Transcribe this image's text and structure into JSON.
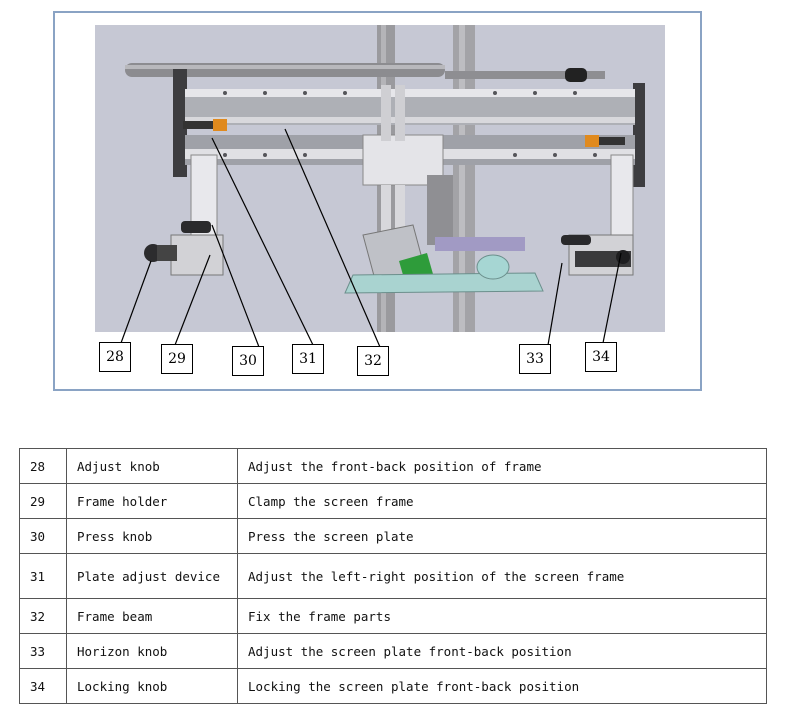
{
  "figure": {
    "callouts": [
      {
        "label": "28"
      },
      {
        "label": "29"
      },
      {
        "label": "30"
      },
      {
        "label": "31"
      },
      {
        "label": "32"
      },
      {
        "label": "33"
      },
      {
        "label": "34"
      }
    ]
  },
  "parts": [
    {
      "num": "28",
      "name": "Adjust knob",
      "description": "Adjust the front-back position of frame"
    },
    {
      "num": "29",
      "name": "Frame holder",
      "description": "Clamp the screen frame"
    },
    {
      "num": "30",
      "name": "Press knob",
      "description": "Press the screen plate"
    },
    {
      "num": "31",
      "name": "Plate adjust device",
      "description": "Adjust the left-right position of the screen frame"
    },
    {
      "num": "32",
      "name": "Frame beam",
      "description": "Fix the frame parts"
    },
    {
      "num": "33",
      "name": "Horizon knob",
      "description": "Adjust the screen plate front-back position"
    },
    {
      "num": "34",
      "name": "Locking knob",
      "description": "Locking the screen plate front-back position"
    }
  ]
}
